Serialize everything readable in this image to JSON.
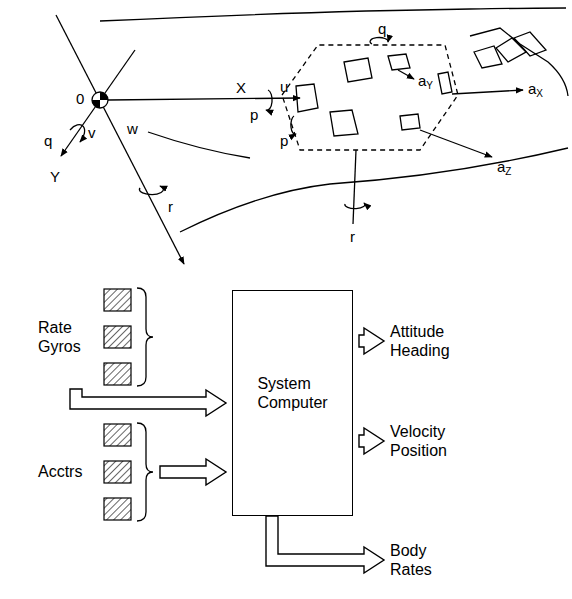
{
  "diagram": {
    "nodes": [
      {
        "text": [
          "Rate Gyros"
        ]
      },
      {
        "text": [
          "Acctrs"
        ]
      },
      {
        "text": [
          "System Computer"
        ]
      },
      {
        "text": [
          "Attitude Heading"
        ]
      },
      {
        "text": [
          "Velocity Position"
        ]
      },
      {
        "text": [
          "Body Rates"
        ]
      }
    ],
    "edges": [
      {
        "from": 0,
        "to": 2,
        "arrow": "to"
      },
      {
        "from": 1,
        "to": 2,
        "arrow": "to"
      },
      {
        "from": 2,
        "to": 3,
        "arrow": "to"
      },
      {
        "from": 2,
        "to": 4,
        "arrow": "to"
      },
      {
        "from": 2,
        "to": 5,
        "arrow": "to"
      }
    ],
    "labels": [
      "0",
      "X",
      "u",
      "p",
      "v",
      "q",
      "Y",
      "w",
      "r",
      "q",
      "p",
      "aY",
      "aX",
      "r",
      "aZ"
    ]
  }
}
